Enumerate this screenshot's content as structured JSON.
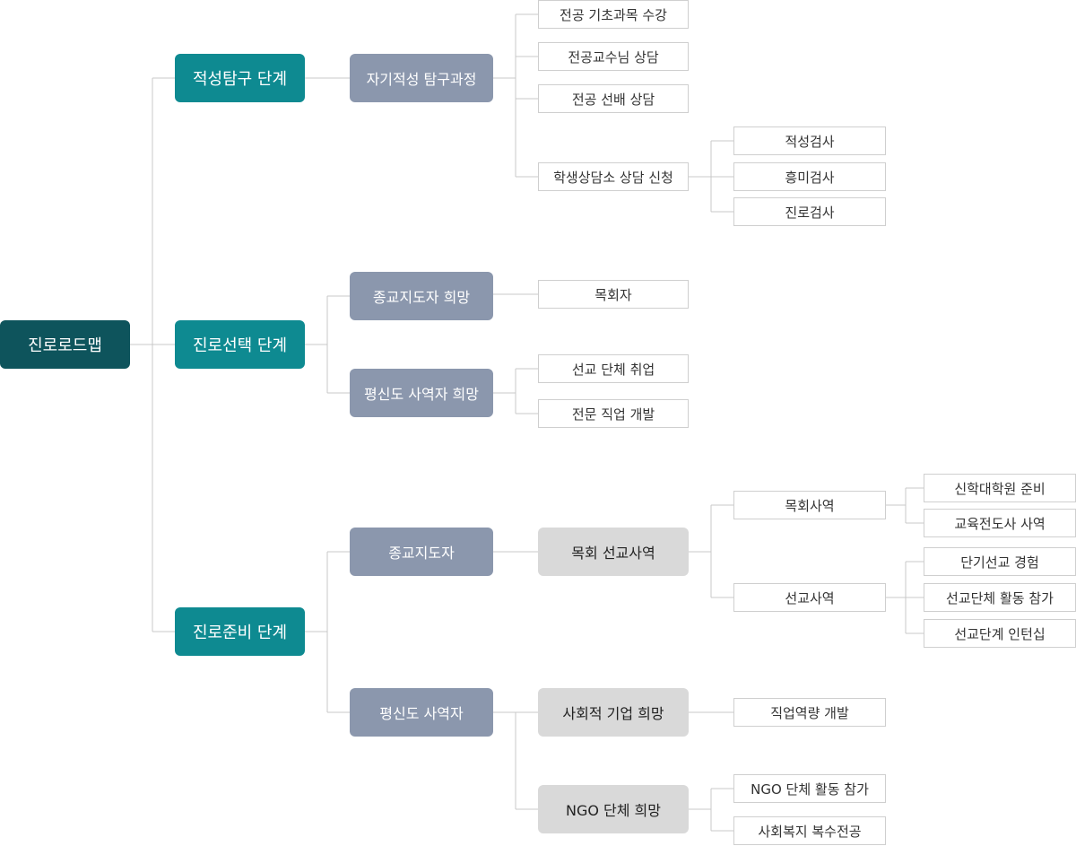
{
  "root": "진로로드맵",
  "stages": {
    "aptitude": "적성탐구 단계",
    "selection": "진로선택 단계",
    "preparation": "진로준비 단계"
  },
  "paths": {
    "self_aptitude": "자기적성 탐구과정",
    "religious_hope": "종교지도자 희망",
    "lay_hope": "평신도 사역자 희망",
    "religious_leader": "종교지도자",
    "lay_minister": "평신도 사역자"
  },
  "tracks": {
    "pastoral_mission": "목회 선교사역",
    "social_enterprise": "사회적 기업 희망",
    "ngo_hope": "NGO 단체 희망"
  },
  "items": {
    "major_basic": "전공 기초과목 수강",
    "professor_consult": "전공교수님 상담",
    "senior_consult": "전공 선배 상담",
    "student_center": "학생상담소 상담 신청",
    "aptitude_test": "적성검사",
    "interest_test": "흥미검사",
    "career_test": "진로검사",
    "pastor": "목회자",
    "mission_org_job": "선교 단체 취업",
    "professional_job": "전문 직업 개발",
    "pastoral_ministry": "목회사역",
    "mission_ministry": "선교사역",
    "divinity_school": "신학대학원 준비",
    "education_evangelist": "교육전도사 사역",
    "short_mission": "단기선교 경험",
    "mission_org_activity": "선교단체 활동 참가",
    "mission_internship": "선교단계 인턴십",
    "job_skills": "직업역량 개발",
    "ngo_activity": "NGO 단체 활동 참가",
    "social_welfare": "사회복지 복수전공"
  }
}
